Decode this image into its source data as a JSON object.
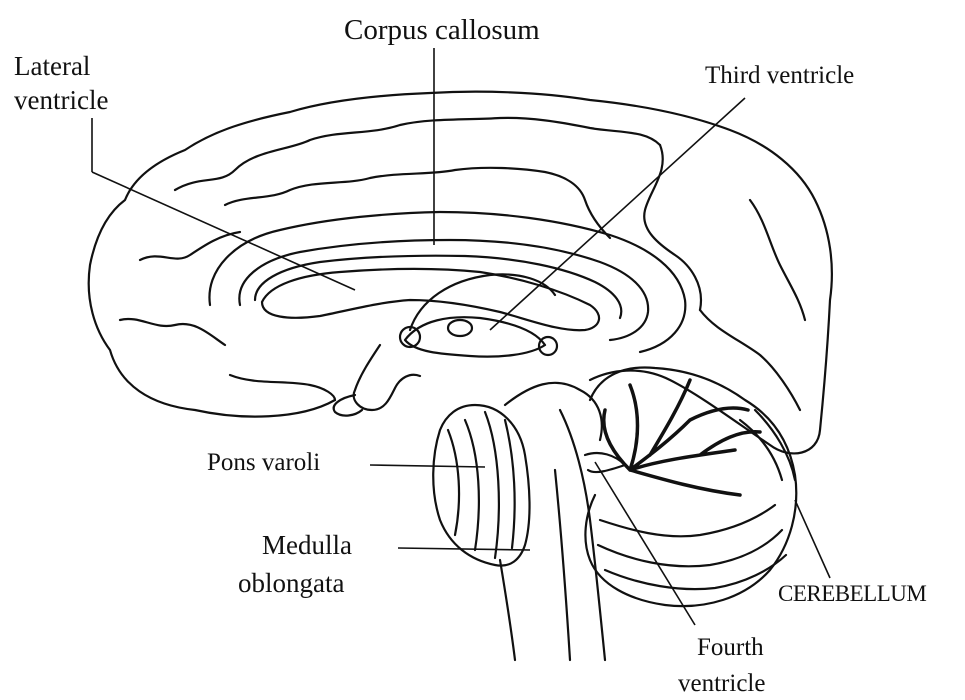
{
  "labels": {
    "corpus_callosum": "Corpus callosum",
    "lateral_ventricle_1": "Lateral",
    "lateral_ventricle_2": "ventricle",
    "third_ventricle": "Third ventricle",
    "pons_varoli": "Pons varoli",
    "medulla_1": "Medulla",
    "medulla_2": "oblongata",
    "cerebellum": "CEREBELLUM",
    "fourth_ventricle_1": "Fourth",
    "fourth_ventricle_2": "ventricle"
  },
  "colors": {
    "ink": "#111111",
    "background": "#ffffff"
  }
}
